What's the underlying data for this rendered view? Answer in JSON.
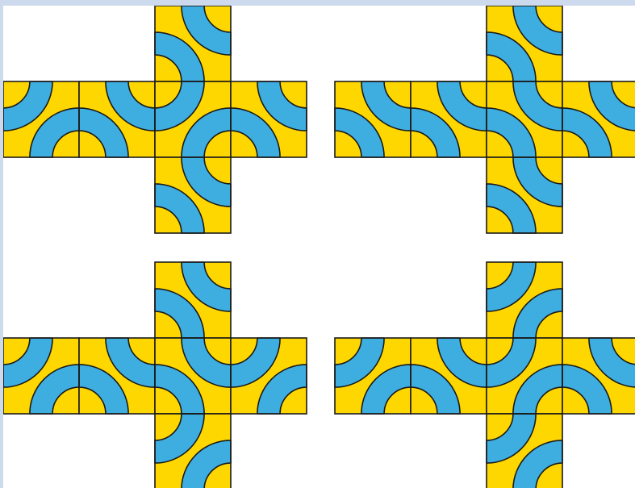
{
  "colors": {
    "tile_fill": "#ffd700",
    "band_fill": "#3eaee0",
    "outline": "#1a1a1a",
    "frame": "#cdd9ec",
    "background": "#ffffff"
  },
  "figure": {
    "kind": "cube-net",
    "net_count": 4,
    "arrangement": "2x2",
    "net_shape": "cross",
    "tile_pattern": "quarter-circle-arc-bands"
  },
  "nets": [
    {
      "name": "net-top-left",
      "faces": [
        {
          "name": "face-top",
          "arcs": [
            "top-right",
            "bottom-left"
          ]
        },
        {
          "name": "face-left",
          "arcs": [
            "top-left",
            "bottom-right"
          ]
        },
        {
          "name": "face-center-left",
          "arcs": [
            "bottom-left",
            "top-right"
          ]
        },
        {
          "name": "face-center",
          "arcs": [
            "top-left",
            "bottom-right"
          ]
        },
        {
          "name": "face-right",
          "arcs": [
            "top-right",
            "bottom-left"
          ]
        },
        {
          "name": "face-bottom",
          "arcs": [
            "top-right",
            "bottom-left"
          ]
        }
      ]
    },
    {
      "name": "net-top-right",
      "faces": [
        {
          "name": "face-top",
          "arcs": [
            "top-right",
            "bottom-left"
          ]
        },
        {
          "name": "face-left",
          "arcs": [
            "top-right",
            "bottom-left"
          ]
        },
        {
          "name": "face-center-left",
          "arcs": [
            "top-right",
            "bottom-left"
          ]
        },
        {
          "name": "face-center",
          "arcs": [
            "top-right",
            "bottom-left"
          ]
        },
        {
          "name": "face-right",
          "arcs": [
            "top-right",
            "bottom-left"
          ]
        },
        {
          "name": "face-bottom",
          "arcs": [
            "top-right",
            "bottom-left"
          ]
        }
      ]
    },
    {
      "name": "net-bottom-left",
      "faces": [
        {
          "name": "face-top",
          "arcs": [
            "top-right",
            "bottom-left"
          ]
        },
        {
          "name": "face-left",
          "arcs": [
            "top-left",
            "bottom-right"
          ]
        },
        {
          "name": "face-center-left",
          "arcs": [
            "top-right",
            "bottom-left"
          ]
        },
        {
          "name": "face-center",
          "arcs": [
            "top-right",
            "bottom-left"
          ]
        },
        {
          "name": "face-right",
          "arcs": [
            "top-left",
            "bottom-right"
          ]
        },
        {
          "name": "face-bottom",
          "arcs": [
            "top-left",
            "bottom-right"
          ]
        }
      ]
    },
    {
      "name": "net-bottom-right",
      "faces": [
        {
          "name": "face-top",
          "arcs": [
            "top-left",
            "bottom-right"
          ]
        },
        {
          "name": "face-left",
          "arcs": [
            "top-left",
            "bottom-right"
          ]
        },
        {
          "name": "face-center-left",
          "arcs": [
            "top-right",
            "bottom-left"
          ]
        },
        {
          "name": "face-center",
          "arcs": [
            "top-left",
            "bottom-right"
          ]
        },
        {
          "name": "face-right",
          "arcs": [
            "top-right",
            "bottom-left"
          ]
        },
        {
          "name": "face-bottom",
          "arcs": [
            "top-left",
            "bottom-right"
          ]
        }
      ]
    }
  ]
}
